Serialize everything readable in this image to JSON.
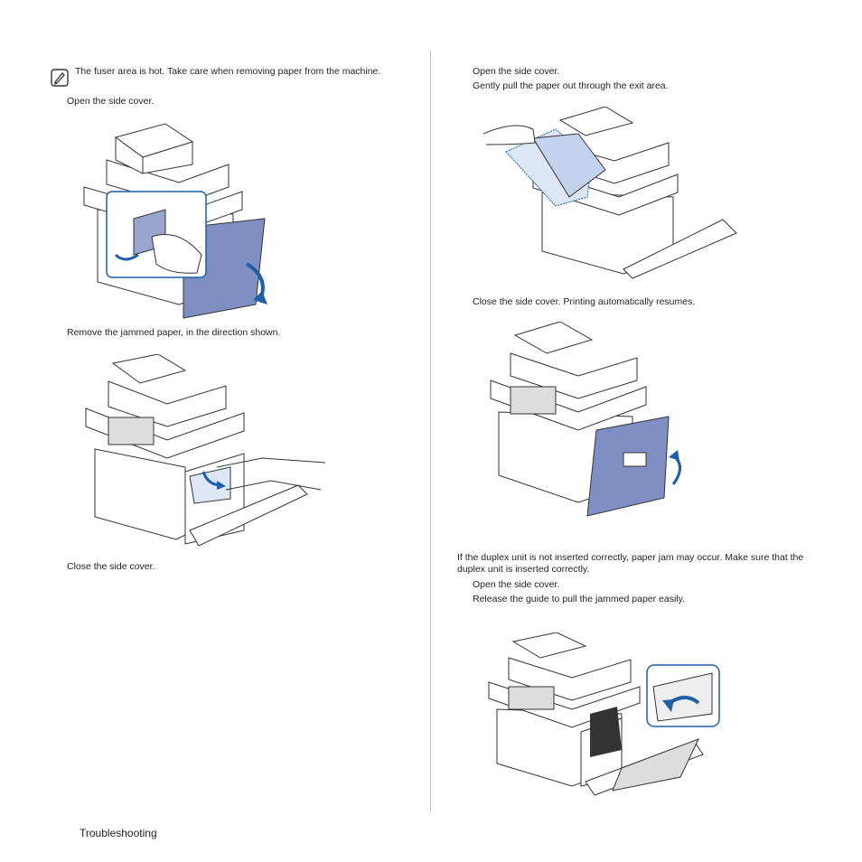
{
  "left": {
    "note": "The fuser area is hot. Take care when removing paper from the machine.",
    "step1": "Open the side cover.",
    "step2": "Remove the jammed paper, in the direction shown.",
    "step3": "Close the side cover."
  },
  "right": {
    "step1": "Open the side cover.",
    "step2": "Gently pull the paper out through the exit area.",
    "step3": "Close the side cover. Printing automatically resumes.",
    "duplex_note": "If the duplex unit is not inserted correctly, paper jam may occur. Make sure that the duplex unit is inserted correctly.",
    "step4": "Open the side cover.",
    "step5": "Release the guide to pull the jammed paper easily."
  },
  "footer": {
    "label": "Troubleshooting"
  },
  "colors": {
    "accent_blue": "#1f5fa8",
    "paper_tint": "#dde6f5",
    "cover_tint": "#7f8fc4"
  }
}
